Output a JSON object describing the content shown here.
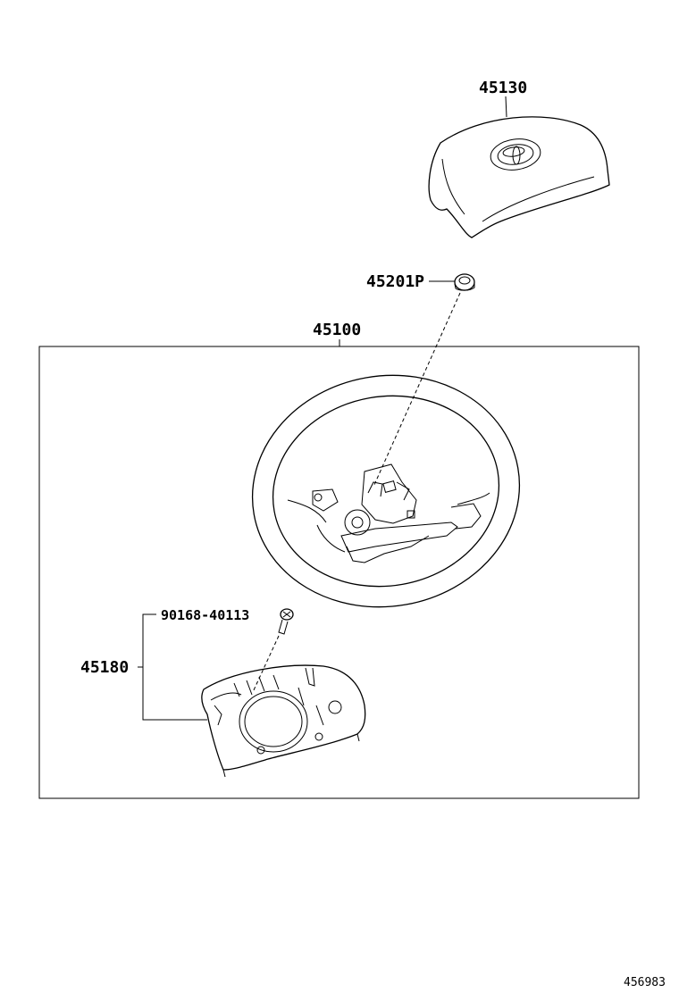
{
  "parts": {
    "pad": "45130",
    "nut": "45201P",
    "wheel_assy": "45100",
    "screw": "90168-40113",
    "cover": "45180"
  },
  "figure_id": "456983"
}
